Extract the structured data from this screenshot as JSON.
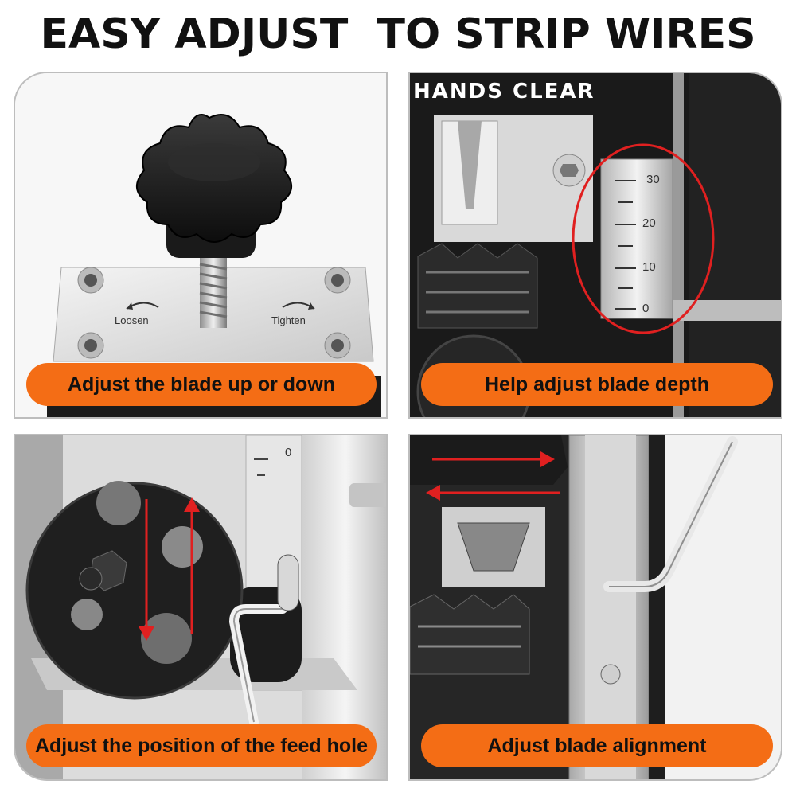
{
  "headline": "EASY ADJUST  TO STRIP WIRES",
  "colors": {
    "accent": "#f46d15",
    "text": "#111111",
    "panel_border": "#bdbdbd",
    "highlight": "#e02020"
  },
  "panels": [
    {
      "caption": "Adjust the blade up or down",
      "plate_labels": {
        "left": "Loosen",
        "right": "Tighten"
      },
      "icons": [
        "star-knob-icon",
        "threaded-screw-icon",
        "loosen-arrow-icon",
        "tighten-arrow-icon"
      ]
    },
    {
      "caption": "Help adjust blade depth",
      "header_text": "HANDS CLEAR",
      "scale_ticks": [
        "30",
        "20",
        "10",
        "0"
      ],
      "icons": [
        "depth-scale-icon",
        "hex-bolt-icon",
        "gear-icon"
      ]
    },
    {
      "caption": "Adjust the position of the feed hole",
      "scale_ticks": [
        "0"
      ],
      "icons": [
        "feed-wheel-icon",
        "up-down-arrows-icon",
        "hex-key-icon"
      ]
    },
    {
      "caption": "Adjust blade alignment",
      "icons": [
        "left-right-arrows-icon",
        "hex-key-icon",
        "gear-icon"
      ]
    }
  ]
}
